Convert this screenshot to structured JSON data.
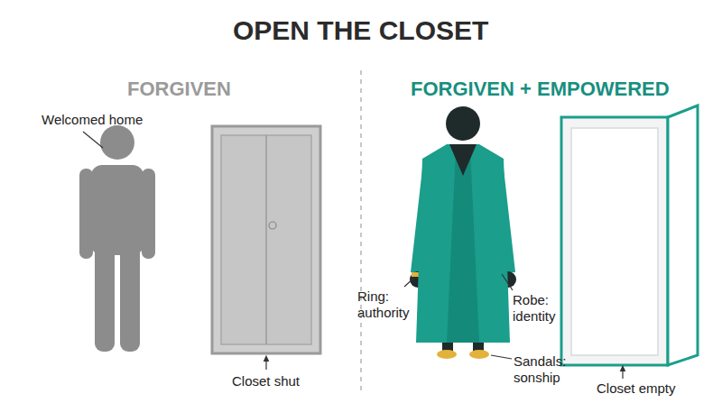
{
  "diagram": {
    "title": "OPEN THE CLOSET",
    "labels": [
      "FORGIVEN",
      "FORGIVEN + EMPOWERED",
      "Welcomed home",
      "Closet shut",
      "Ring: authority",
      "Robe: identity",
      "Sandals: sonship",
      "Closet empty"
    ]
  }
}
